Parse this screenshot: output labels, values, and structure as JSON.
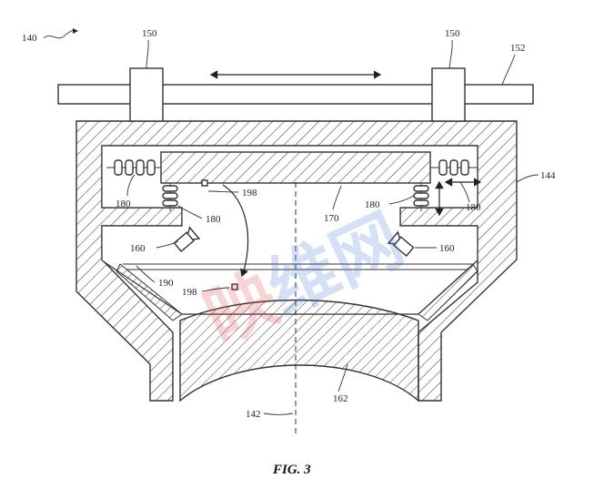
{
  "figure": {
    "caption": "FIG. 3",
    "labels": {
      "assembly": "140",
      "slider_left": "150",
      "slider_right": "150",
      "rail": "152",
      "housing": "144",
      "spring_top_left": "180",
      "spring_left_lower": "180",
      "spring_right_left": "180",
      "spring_right_right": "180",
      "marker_top": "198",
      "marker_lower": "198",
      "plate": "170",
      "camera_left": "160",
      "camera_right": "160",
      "seal": "190",
      "axis": "142",
      "lens": "162"
    }
  },
  "watermark": {
    "text": "映维网",
    "colors": {
      "red": "#e0413f",
      "blue": "#3a78d6"
    }
  }
}
